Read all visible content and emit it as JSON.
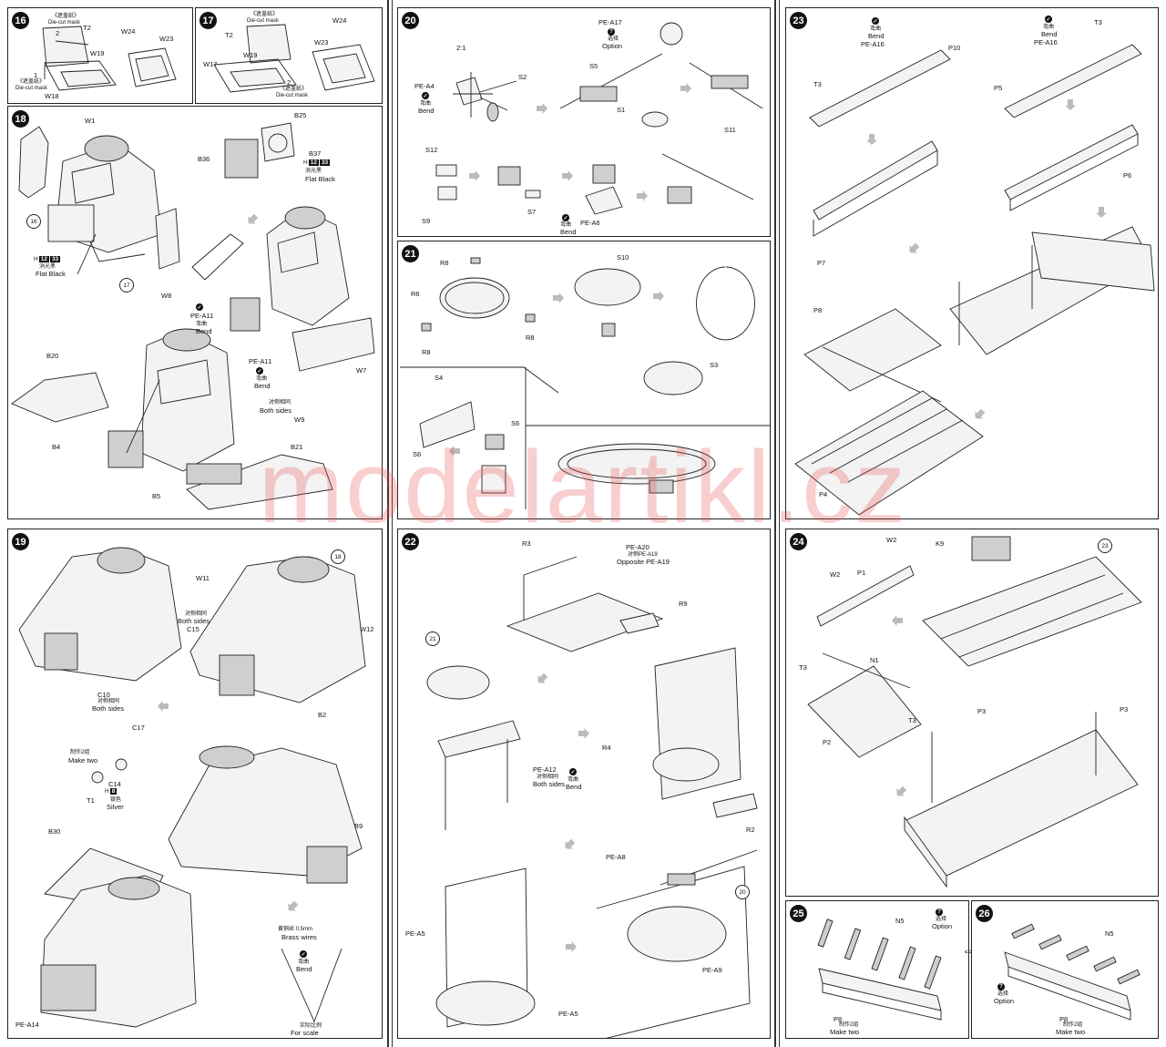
{
  "watermark": "modelartikl.cz",
  "panels": {
    "p16": {
      "step": "16",
      "labels": {
        "die_cut_top": "《遮盖纸》",
        "die_cut_top_en": "Die-cut mask",
        "t2": "T2",
        "w19": "W19",
        "n2": "2",
        "n1": "1",
        "die_cut_bot": "《遮盖纸》",
        "die_cut_bot_en": "Die-cut mask",
        "w18": "W18",
        "w24": "W24",
        "w23": "W23"
      }
    },
    "p17": {
      "step": "17",
      "labels": {
        "die_cut_top": "《遮盖纸》",
        "die_cut_top_en": "Die-cut mask",
        "t2": "T2",
        "w19": "W19",
        "w17": "W17",
        "n2": "2",
        "die_cut_bot": "《遮盖纸》",
        "die_cut_bot_en": "Die-cut mask",
        "w24": "W24",
        "w23": "W23"
      }
    },
    "p18": {
      "step": "18",
      "labels": {
        "w1": "W1",
        "b25": "B25",
        "b36": "B36",
        "b37": "B37",
        "flat_black_right_cn": "消光黑",
        "flat_black_right": "Flat Black",
        "c16": "16",
        "c17": "17",
        "h12_left_cn": "消光黑",
        "flat_black_left": "Flat Black",
        "w8": "W8",
        "pe_a11a": "PE-A11",
        "bend_a_cn": "弯曲",
        "bend_a": "Bend",
        "pe_a11b": "PE-A11",
        "bend_b_cn": "弯曲",
        "bend_b": "Bend",
        "w7": "W7",
        "both_cn": "对侧相同",
        "both": "Both sides",
        "w9": "W9",
        "b20": "B20",
        "b4": "B4",
        "b5": "B5",
        "b21": "B21"
      },
      "paint_right": {
        "code": "H",
        "nums": [
          "12",
          "33"
        ]
      },
      "paint_left": {
        "code": "H",
        "nums": [
          "12",
          "33"
        ]
      }
    },
    "p19": {
      "step": "19",
      "labels": {
        "c18": "18",
        "w11": "W11",
        "both_cn": "对侧相同",
        "both": "Both sides",
        "c15": "C15",
        "w12": "W12",
        "c10": "C10",
        "c10_cn": "对侧相同",
        "c10_both": "Both sides",
        "b2": "B2",
        "c17": "C17",
        "make2_cn": "制作2组",
        "make2": "Make two",
        "c14": "C14",
        "silver_cn": "银色",
        "silver": "Silver",
        "t1": "T1",
        "b9": "B9",
        "b30": "B30",
        "brass_cn": "黄铜丝 0.5mm",
        "brass": "Brass wires",
        "bend_cn": "弯曲",
        "bend": "Bend",
        "scale_cn": "实际比例",
        "scale": "For scale",
        "pe_a14": "PE-A14"
      },
      "paint": {
        "code": "H",
        "nums": [
          "8"
        ]
      }
    },
    "p20": {
      "step": "20",
      "labels": {
        "scale": "2:1",
        "pe_a4": "PE-A4",
        "pe_a4_bend_cn": "弯曲",
        "pe_a4_bend": "Bend",
        "s2": "S2",
        "pe_a17": "PE-A17",
        "option_cn": "选择",
        "option": "Option",
        "s5": "S5",
        "s1": "S1",
        "s11": "S11",
        "s12": "S12",
        "s9": "S9",
        "s7": "S7",
        "pe_a6_cn": "弯曲",
        "pe_a6": "PE-A6",
        "pe_a6_bend": "Bend"
      }
    },
    "p21": {
      "step": "21",
      "labels": {
        "r8a": "R8",
        "r6": "R6",
        "r8b": "R8",
        "r8c": "R8",
        "s10": "S10",
        "s3": "S3",
        "s4": "S4",
        "s6a": "S6",
        "s6b": "S6"
      }
    },
    "p22": {
      "step": "22",
      "labels": {
        "r3": "R3",
        "pe_a20": "PE-A20",
        "pe_a19_cn": "对侧PE-A19",
        "pe_a19": "Opposite PE-A19",
        "r9": "R9",
        "c21": "21",
        "pe_a12": "PE-A12",
        "pe_a12_cn": "对侧相同",
        "pe_a12_both": "Both sides",
        "bend_cn": "弯曲",
        "bend": "Bend",
        "r4": "R4",
        "r2": "R2",
        "pe_a8": "PE-A8",
        "c20": "20",
        "pe_a5a": "PE-A5",
        "pe_a9": "PE-A9",
        "pe_a5b": "PE-A5"
      }
    },
    "p23": {
      "step": "23",
      "labels": {
        "bend1_cn": "弯曲",
        "bend1": "Bend",
        "pe_a16a": "PE-A16",
        "p10": "P10",
        "t3a": "T3",
        "bend2_cn": "弯曲",
        "bend2": "Bend",
        "pe_a16b": "PE-A16",
        "t3b": "T3",
        "p5": "P5",
        "p6": "P6",
        "p7": "P7",
        "p8": "P8",
        "p4": "P4"
      }
    },
    "p24": {
      "step": "24",
      "labels": {
        "w2a": "W2",
        "p1": "P1",
        "w2b": "W2",
        "k9": "K9",
        "c23": "23",
        "t3a": "T3",
        "n1": "N1",
        "t3b": "T3",
        "p2": "P2",
        "p3a": "P3",
        "p3b": "P3"
      }
    },
    "p25": {
      "step": "25",
      "labels": {
        "n5": "N5",
        "option_cn": "选择",
        "option": "Option",
        "p8_cn": "制作2组",
        "p8": "P8",
        "make2": "Make two"
      }
    },
    "p26": {
      "step": "26",
      "labels": {
        "n5": "N5",
        "option_cn": "选择",
        "option": "Option",
        "p8": "P8",
        "p8_cn": "制作2组",
        "make2": "Make two"
      }
    }
  }
}
